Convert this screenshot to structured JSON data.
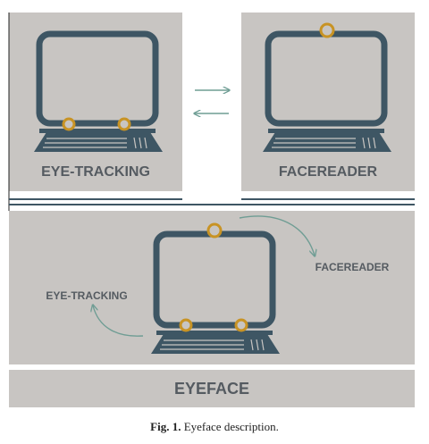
{
  "panels": {
    "top_left_label": "EYE-TRACKING",
    "top_right_label": "FACEREADER",
    "bottom_label_facereader": "FACEREADER",
    "bottom_label_eyetracking": "EYE-TRACKING",
    "footer_label": "EYEFACE"
  },
  "caption": {
    "fig_label": "Fig. 1.",
    "text": "Eyeface description."
  },
  "colors": {
    "panel_bg": "#c8c5c2",
    "laptop": "#3e5664",
    "sensor": "#c89324",
    "arrow": "#6f9d94",
    "label_text": "#555b61"
  }
}
